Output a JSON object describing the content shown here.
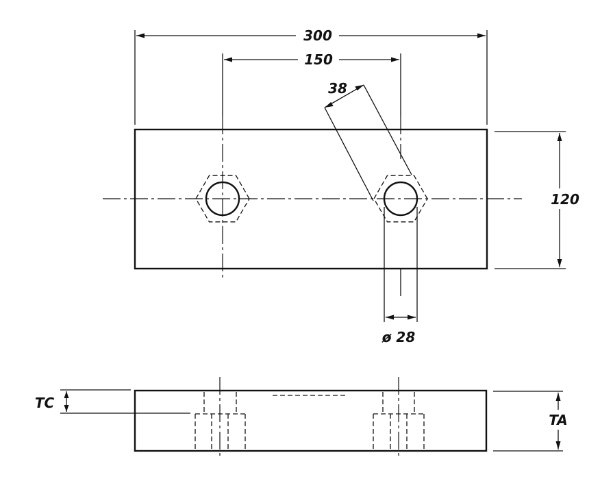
{
  "dimensions": {
    "overall_length": "300",
    "hole_spacing": "150",
    "angled_width": "38",
    "height": "120",
    "hole_diameter": "ø 28",
    "counterbore_depth": "TC",
    "total_thickness": "TA"
  },
  "colors": {
    "ink": "#111111",
    "paper": "#ffffff"
  }
}
